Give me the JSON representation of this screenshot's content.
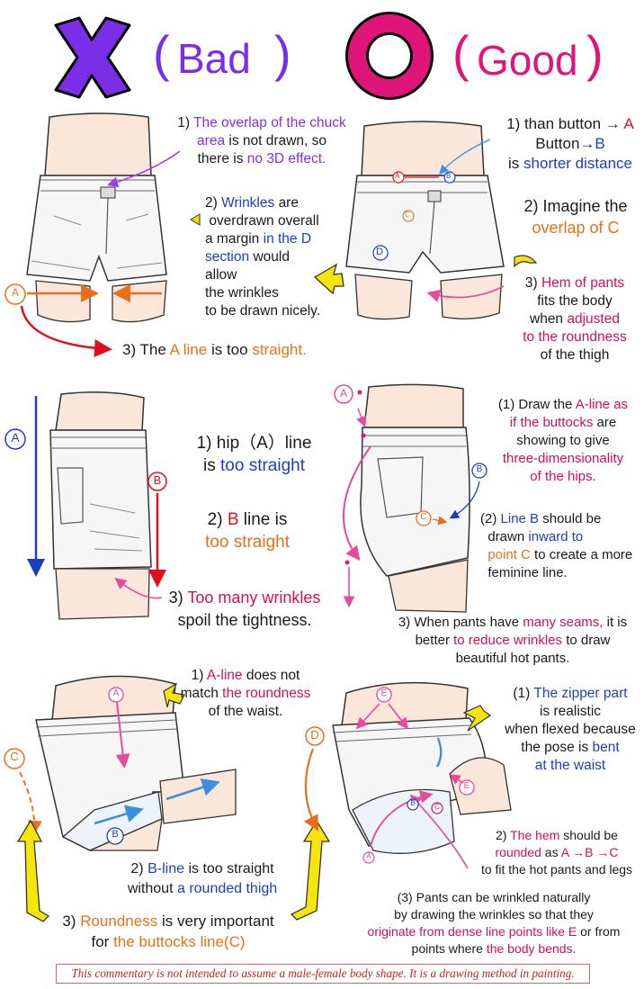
{
  "header": {
    "bad_label": "Bad",
    "good_label": "Good",
    "paren_open": "(",
    "paren_close": ")",
    "colors": {
      "bad": "#7a2ee8",
      "good": "#e0157a"
    },
    "icons": {
      "bad": "x-mark-icon",
      "good": "circle-o-icon"
    }
  },
  "panel1": {
    "note1": {
      "num": "1)",
      "t1": "The overlap of the chuck",
      "t2": "area",
      "t3": "is not drawn, so",
      "t4": "there is",
      "t5": "no 3D effect."
    },
    "note2": {
      "num": "2)",
      "t1": "Wrinkles",
      "t2": "are",
      "t3": "overdrawn overall",
      "t4": "a margin",
      "t5": "in the D",
      "t6": "section",
      "t7": "would",
      "t8": "allow",
      "t9": "the wrinkles",
      "t10": "to be drawn nicely."
    },
    "note3": {
      "t1": "3) The",
      "t2": "A line",
      "t3": "is too",
      "t4": "straight."
    },
    "marker_a": "A"
  },
  "panel2": {
    "note1": {
      "t1": "1) than button →",
      "t2": "A",
      "t3": "Button→",
      "t4": "B",
      "t5": "is",
      "t6": "shorter distance"
    },
    "note2": {
      "t1": "2) Imagine the",
      "t2": "overlap of C"
    },
    "note3": {
      "t1": "3)",
      "t2": "Hem of pants",
      "t3": "fits the body",
      "t4": "when",
      "t5": "adjusted",
      "t6": "to the roundness",
      "t7": "of the thigh"
    },
    "marker_a": "A",
    "marker_b": "B",
    "marker_c": "C",
    "marker_d": "D"
  },
  "panel3": {
    "note1": {
      "t1": "1) hip（A）line",
      "t2": "is",
      "t3": "too straight"
    },
    "note2": {
      "t1": "2)",
      "t2": "B",
      "t3": "line is",
      "t4": "too straight"
    },
    "note3": {
      "t1": "3)",
      "t2": "Too many wrinkles",
      "t3": "spoil the tightness."
    },
    "marker_a": "A",
    "marker_b": "B"
  },
  "panel4": {
    "note1": {
      "t1": "(1) Draw the",
      "t2": "A-line as",
      "t3": "if the buttocks",
      "t4": "are",
      "t5": "showing to give",
      "t6": "three-dimensionality",
      "t7": "of the hips."
    },
    "note2": {
      "t1": "(2)",
      "t2": "Line B",
      "t3": "should be",
      "t4": "drawn",
      "t5": "inward to",
      "t6": "point C",
      "t7": "to create a more",
      "t8": "feminine line."
    },
    "note3": {
      "t1": "3) When pants have",
      "t2": "many seams,",
      "t3": "it is",
      "t4": "better",
      "t5": "to reduce wrinkles",
      "t6": "to draw",
      "t7": "beautiful hot pants."
    },
    "marker_a": "A",
    "marker_b": "B",
    "marker_c": "C"
  },
  "panel5": {
    "note1": {
      "t1": "1)",
      "t2": "A-line",
      "t3": "does not",
      "t4": "match",
      "t5": "the roundness",
      "t6": "of the waist."
    },
    "note2": {
      "t1": "2)",
      "t2": "B-line",
      "t3": "is too straight",
      "t4": "without",
      "t5": "a rounded thigh"
    },
    "note3": {
      "t1": "3)",
      "t2": "Roundness",
      "t3": "is very important",
      "t4": "for",
      "t5": "the buttocks line(C)"
    },
    "marker_a": "A",
    "marker_b": "B",
    "marker_c": "C"
  },
  "panel6": {
    "note1": {
      "t1": "(1)",
      "t2": "The zipper part",
      "t3": "is realistic",
      "t4": "when flexed because",
      "t5": "the pose is",
      "t6": "bent",
      "t7": "at the waist"
    },
    "note2": {
      "t1": "2)",
      "t2": "The hem",
      "t3": "should be",
      "t4": "rounded",
      "t5": "as",
      "t6": "A →B →C",
      "t7": "to fit the hot pants and legs"
    },
    "note3": {
      "t1": "(3) Pants can be wrinkled naturally",
      "t2": "by drawing the wrinkles so that they",
      "t3": "originate from dense line points like E",
      "t4": "or from",
      "t5": "points where",
      "t6": "the body bends."
    },
    "marker_a": "A",
    "marker_b": "B",
    "marker_c": "C",
    "marker_d": "D",
    "marker_e": "E"
  },
  "footer": {
    "text": "This commentary is not intended to assume a male-female body shape. It is a drawing method in painting."
  }
}
